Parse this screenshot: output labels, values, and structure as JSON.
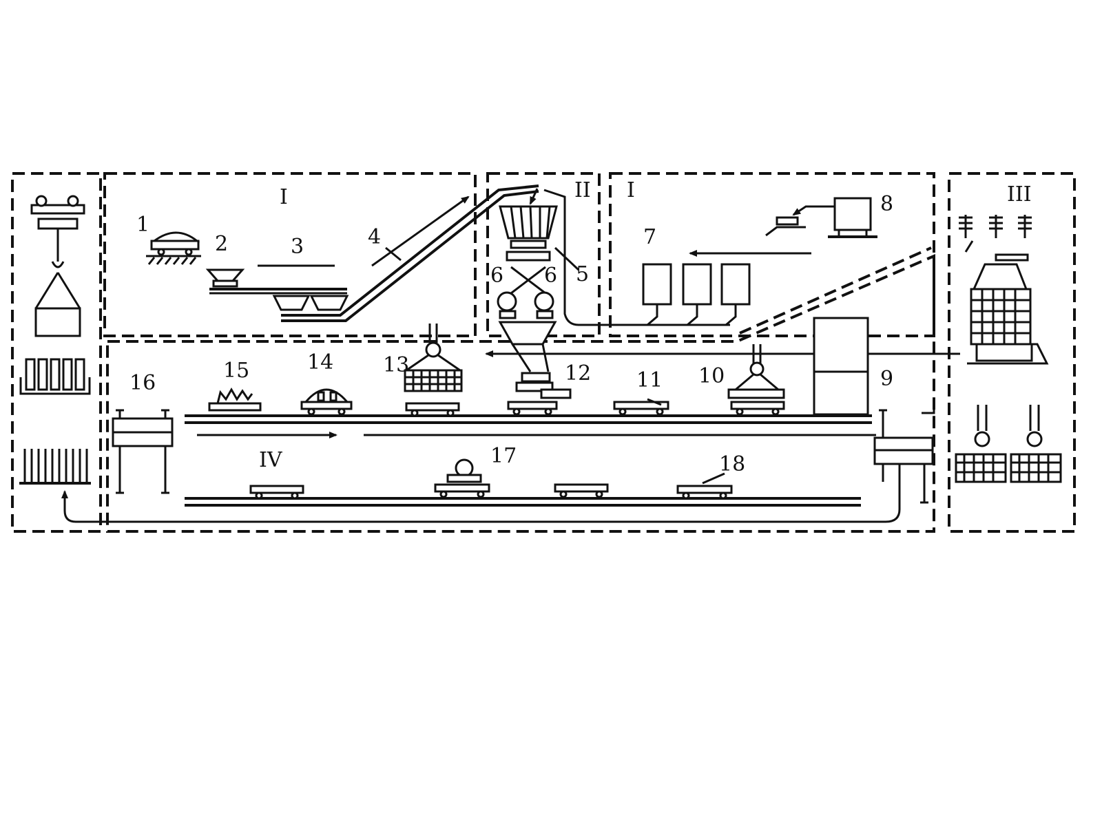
{
  "zones": {
    "I_left": "I",
    "II": "II",
    "I_right": "I",
    "III": "III",
    "IV": "IV"
  },
  "labels": {
    "n1": "1",
    "n2": "2",
    "n3": "3",
    "n4": "4",
    "n5": "5",
    "n6a": "6",
    "n6b": "6",
    "n7": "7",
    "n8": "8",
    "n9": "9",
    "n10": "10",
    "n11": "11",
    "n12": "12",
    "n13": "13",
    "n14": "14",
    "n15": "15",
    "n16": "16",
    "n17": "17",
    "n18": "18"
  }
}
